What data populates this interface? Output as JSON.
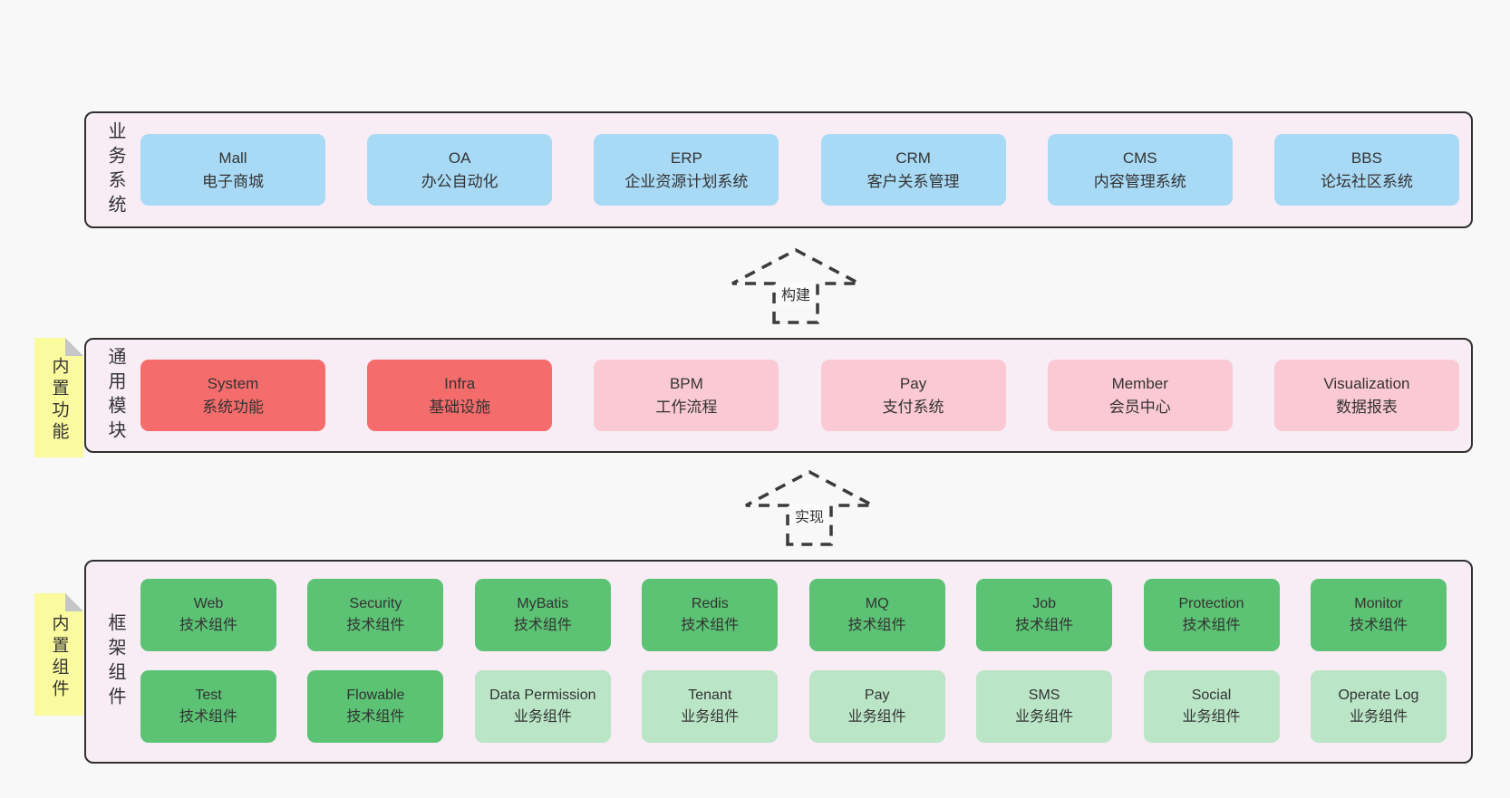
{
  "colors": {
    "page_bg": "#f8f8f8",
    "panel_bg": "#f8edf5",
    "panel_border": "#303030",
    "blue": "#a8daf6",
    "red": "#f56c6c",
    "pink": "#fbc9d3",
    "green": "#5cc274",
    "light_green": "#bae5c6",
    "yellow": "#fafa9e",
    "fold_gray": "#c6c6c6",
    "arrow": "#3b3b3b",
    "text": "#333333"
  },
  "layers": [
    {
      "side_label": "业务系统",
      "boxes": [
        {
          "title": "Mall",
          "subtitle": "电子商城",
          "variant": "blue"
        },
        {
          "title": "OA",
          "subtitle": "办公自动化",
          "variant": "blue"
        },
        {
          "title": "ERP",
          "subtitle": "企业资源计划系统",
          "variant": "blue"
        },
        {
          "title": "CRM",
          "subtitle": "客户关系管理",
          "variant": "blue"
        },
        {
          "title": "CMS",
          "subtitle": "内容管理系统",
          "variant": "blue"
        },
        {
          "title": "BBS",
          "subtitle": "论坛社区系统",
          "variant": "blue"
        }
      ]
    },
    {
      "side_label": "通用模块",
      "tab_label": "内置功能",
      "boxes": [
        {
          "title": "System",
          "subtitle": "系统功能",
          "variant": "red"
        },
        {
          "title": "Infra",
          "subtitle": "基础设施",
          "variant": "red"
        },
        {
          "title": "BPM",
          "subtitle": "工作流程",
          "variant": "pink"
        },
        {
          "title": "Pay",
          "subtitle": "支付系统",
          "variant": "pink"
        },
        {
          "title": "Member",
          "subtitle": "会员中心",
          "variant": "pink"
        },
        {
          "title": "Visualization",
          "subtitle": "数据报表",
          "variant": "pink"
        }
      ]
    },
    {
      "side_label": "框架组件",
      "tab_label": "内置组件",
      "rows": [
        [
          {
            "title": "Web",
            "subtitle": "技术组件",
            "variant": "green"
          },
          {
            "title": "Security",
            "subtitle": "技术组件",
            "variant": "green"
          },
          {
            "title": "MyBatis",
            "subtitle": "技术组件",
            "variant": "green"
          },
          {
            "title": "Redis",
            "subtitle": "技术组件",
            "variant": "green"
          },
          {
            "title": "MQ",
            "subtitle": "技术组件",
            "variant": "green"
          },
          {
            "title": "Job",
            "subtitle": "技术组件",
            "variant": "green"
          },
          {
            "title": "Protection",
            "subtitle": "技术组件",
            "variant": "green"
          },
          {
            "title": "Monitor",
            "subtitle": "技术组件",
            "variant": "green"
          }
        ],
        [
          {
            "title": "Test",
            "subtitle": "技术组件",
            "variant": "green"
          },
          {
            "title": "Flowable",
            "subtitle": "技术组件",
            "variant": "green"
          },
          {
            "title": "Data Permission",
            "subtitle": "业务组件",
            "variant": "light_green"
          },
          {
            "title": "Tenant",
            "subtitle": "业务组件",
            "variant": "light_green"
          },
          {
            "title": "Pay",
            "subtitle": "业务组件",
            "variant": "light_green"
          },
          {
            "title": "SMS",
            "subtitle": "业务组件",
            "variant": "light_green"
          },
          {
            "title": "Social",
            "subtitle": "业务组件",
            "variant": "light_green"
          },
          {
            "title": "Operate Log",
            "subtitle": "业务组件",
            "variant": "light_green"
          }
        ]
      ]
    }
  ],
  "arrows": [
    {
      "label": "构建"
    },
    {
      "label": "实现"
    }
  ]
}
